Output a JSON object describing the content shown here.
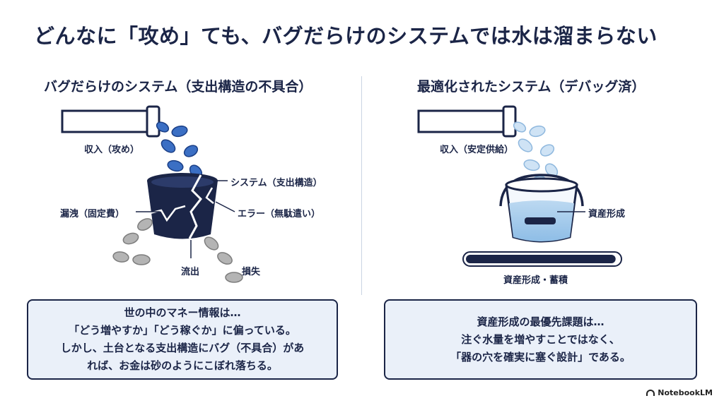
{
  "title": "どんなに「攻め」ても、バグだらけのシステムでは水は溜まらない",
  "left": {
    "heading": "バグだらけのシステム（支出構造の不具合）",
    "income_label": "収入（攻め）",
    "system_label": "システム（支出構造）",
    "leak_label": "漏洩（固定費）",
    "error_label": "エラー（無駄遣い）",
    "outflow_label": "流出",
    "loss_label": "損失",
    "box_lines": [
      "世の中のマネー情報は…",
      "「どう増やすか」「どう稼ぐか」に偏っている。",
      "しかし、土台となる支出構造にバグ（不具合）があ",
      "れば、お金は砂のようにこぼれ落ちる。"
    ]
  },
  "right": {
    "heading": "最適化されたシステム（デバッグ済）",
    "income_label": "収入（安定供給）",
    "asset_label": "資産形成",
    "progress_label": "資産形成・蓄積",
    "progress_value": 0.98,
    "box_lines": [
      "資産形成の最優先課題は…",
      "注ぐ水量を増やすことではなく、",
      "「器の穴を確実に塞ぐ設計」である。"
    ]
  },
  "footer": {
    "brand": "NotebookLM"
  },
  "colors": {
    "navy": "#1b2547",
    "blue": "#3b6fc4",
    "light_blue": "#a9cdea",
    "gray": "#a8a8a8",
    "box_bg": "#eaf0f9"
  }
}
